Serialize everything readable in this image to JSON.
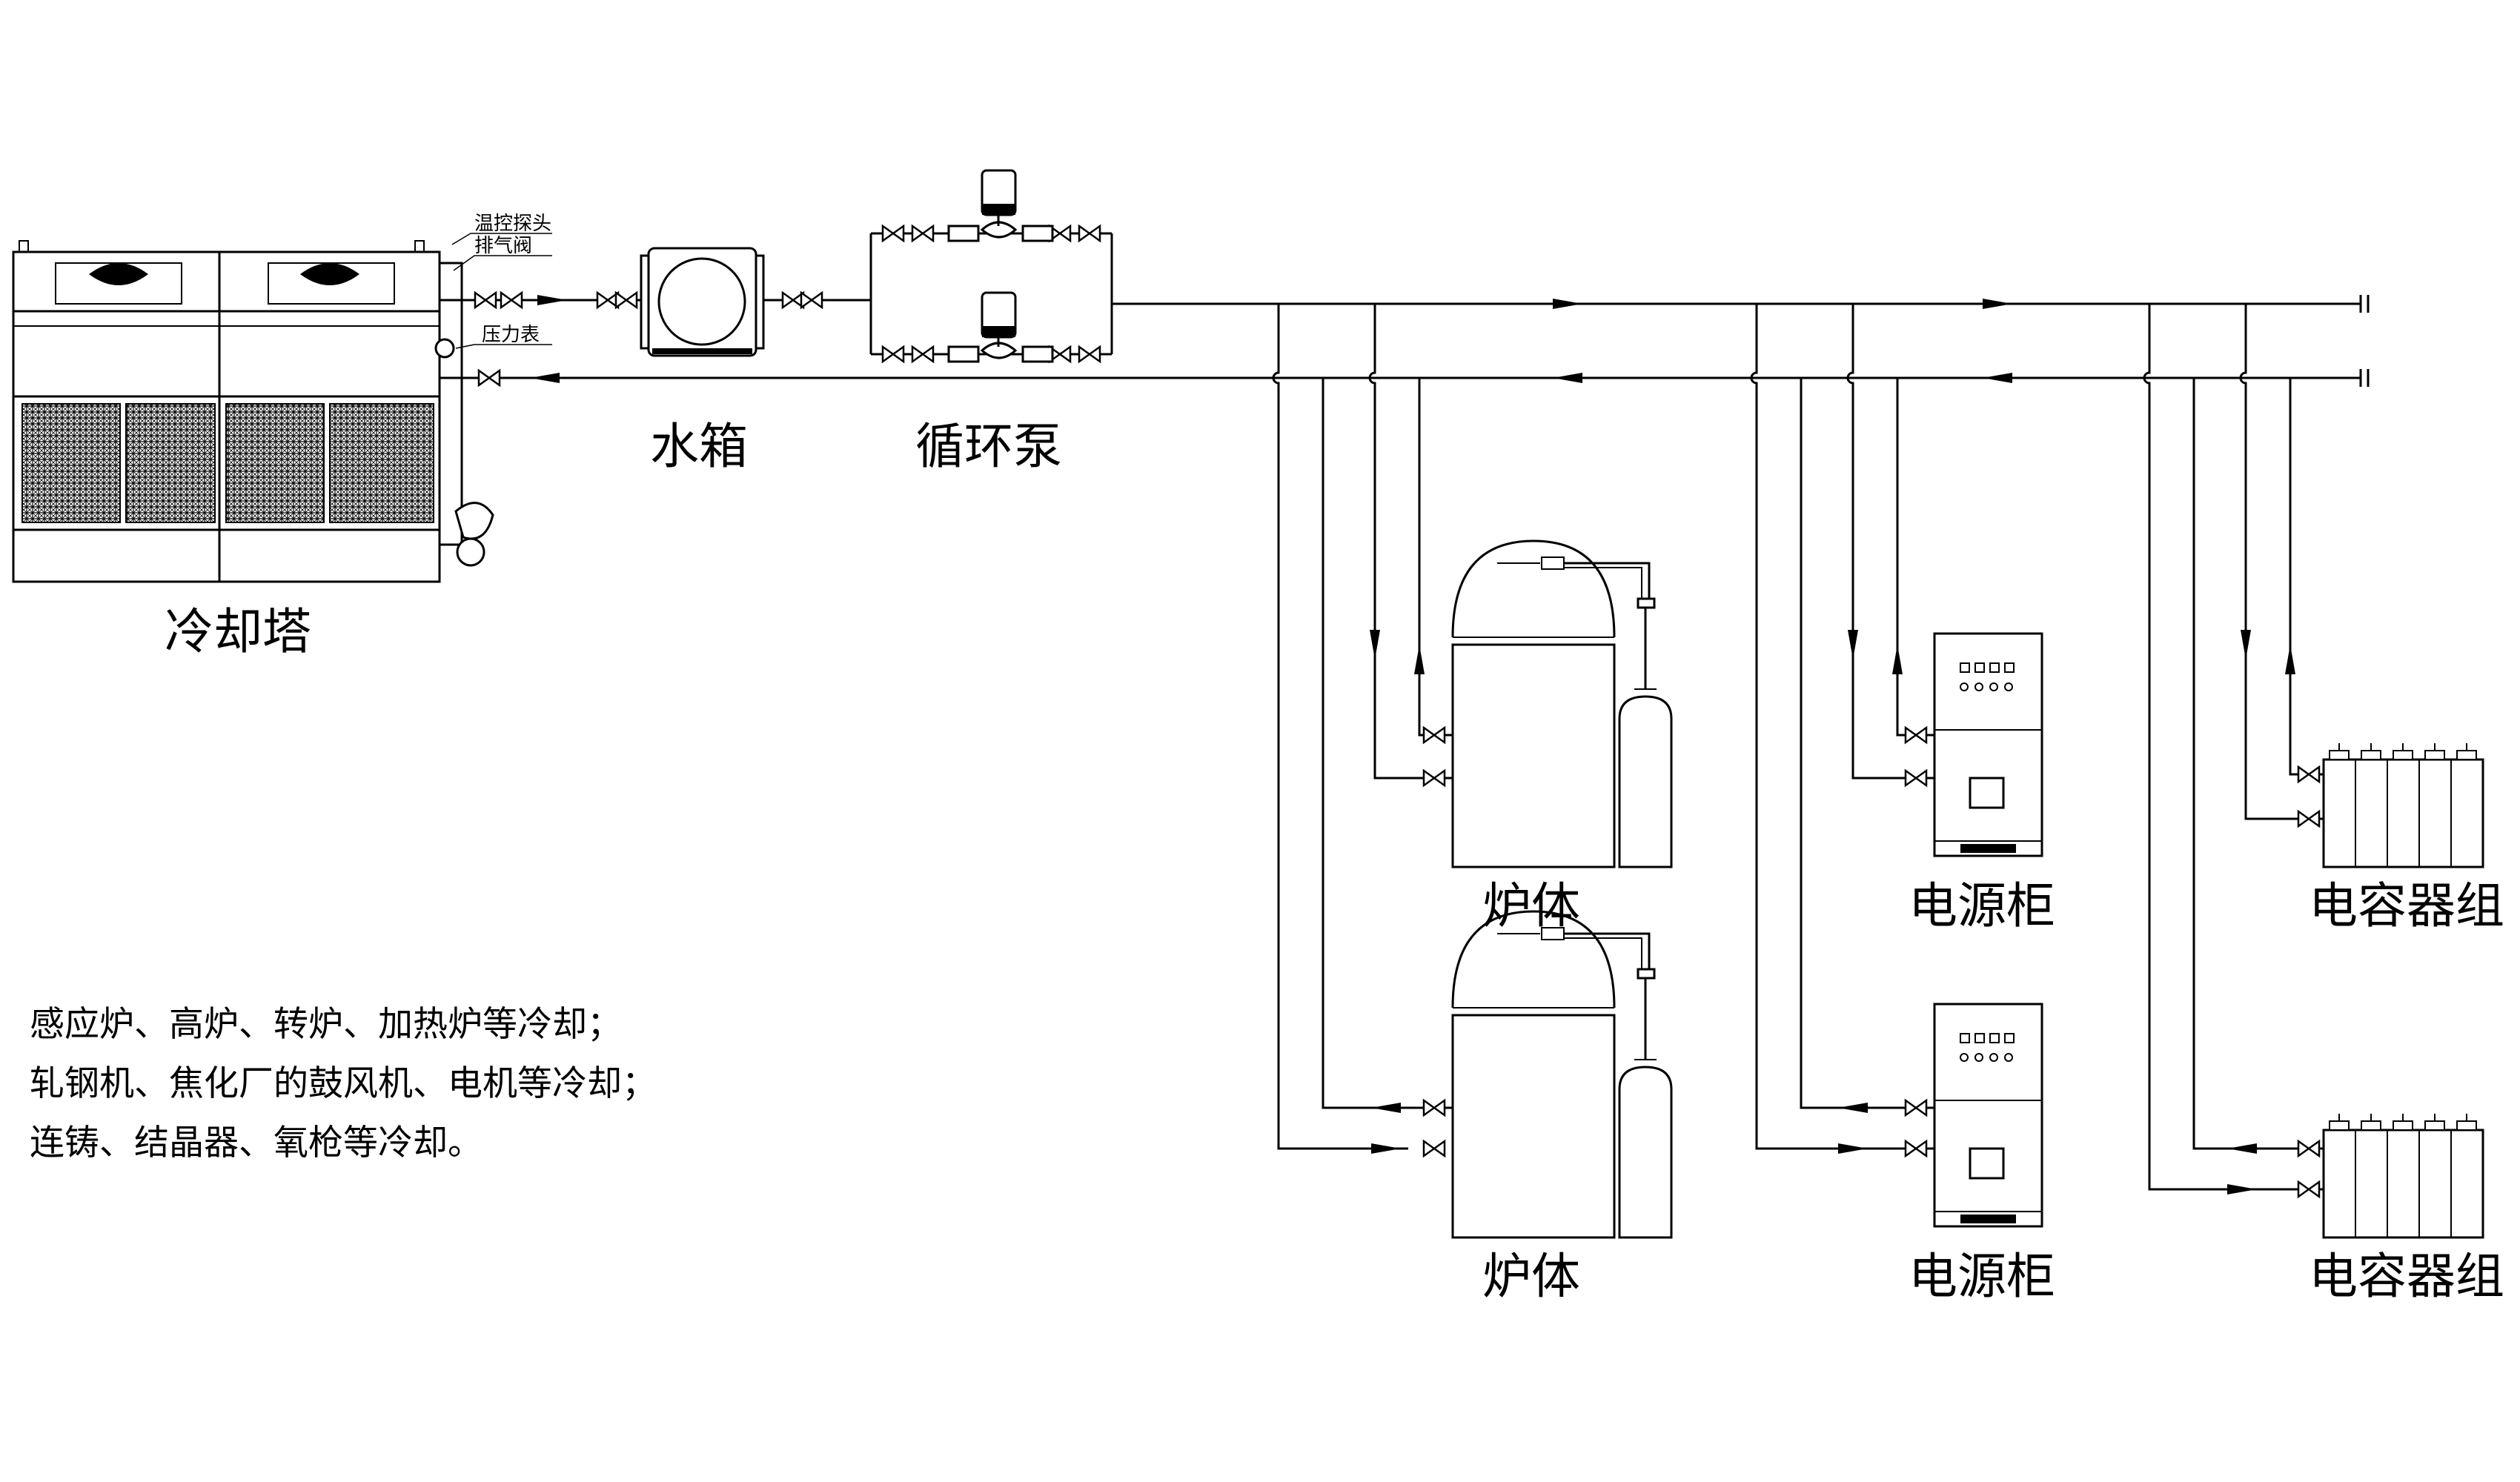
{
  "labels": {
    "cooling_tower": "冷却塔",
    "water_tank": "水箱",
    "circulation_pump": "循环泵",
    "furnace_top": "炉体",
    "furnace_bottom": "炉体",
    "power_cabinet_top": "电源柜",
    "power_cabinet_bottom": "电源柜",
    "capacitor_bank_top": "电容器组",
    "capacitor_bank_bottom": "电容器组"
  },
  "tags": {
    "temp_probe": "温控探头",
    "vent_valve": "排气阀",
    "pressure_gauge": "压力表"
  },
  "notes": [
    "感应炉、高炉、转炉、加热炉等冷却；",
    "轧钢机、焦化厂的鼓风机、电机等冷却；",
    "连铸、结晶器、氧枪等冷却。"
  ]
}
